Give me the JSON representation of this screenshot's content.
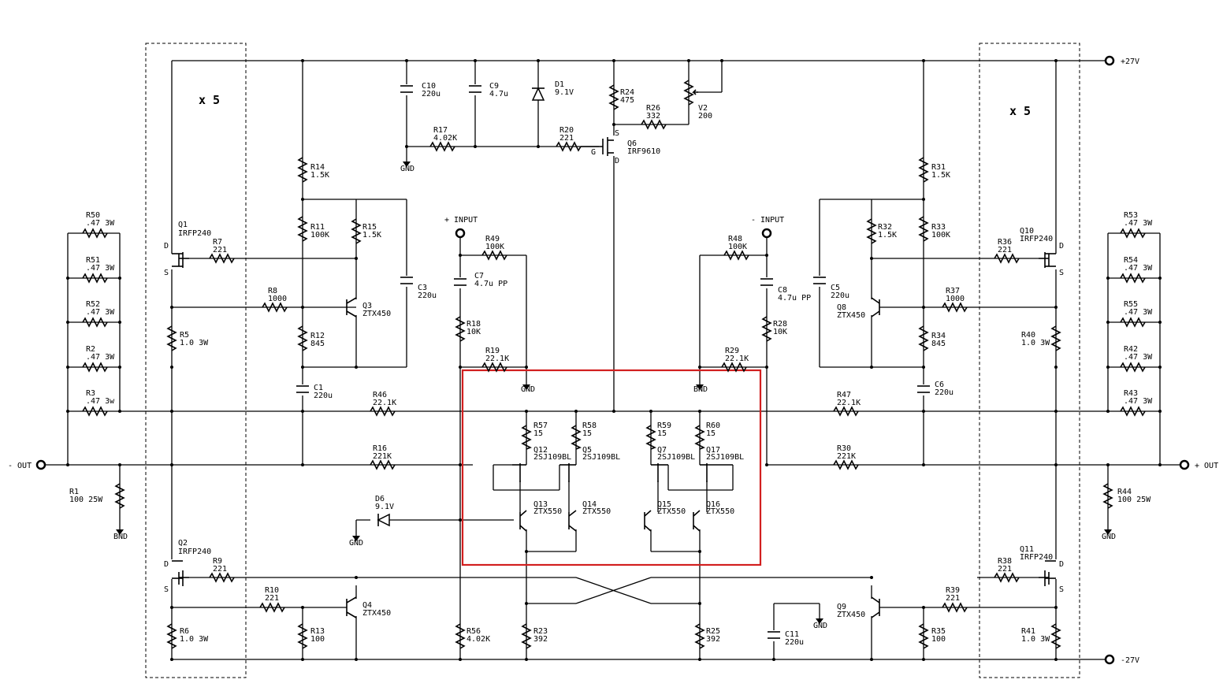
{
  "colors": {
    "wire": "#000000",
    "highlight": "#d21f1f",
    "background": "#ffffff"
  },
  "rails": {
    "pos": "+27V",
    "neg": "-27V"
  },
  "terminals": {
    "minus_out": "- OUT",
    "plus_out": "+ OUT",
    "plus_input": "+ INPUT",
    "minus_input": "- INPUT"
  },
  "multipliers": {
    "left": "x 5",
    "right": "x 5"
  },
  "gnd_label": "GND",
  "gnd_label_alt": "BND",
  "pin_labels": {
    "d": "D",
    "s": "S",
    "g": "G"
  },
  "resistors": {
    "R50": {
      "name": "R50",
      "value": ".47 3W"
    },
    "R51": {
      "name": "R51",
      "value": ".47 3W"
    },
    "R52": {
      "name": "R52",
      "value": ".47 3W"
    },
    "R2": {
      "name": "R2",
      "value": ".47 3W"
    },
    "R3": {
      "name": "R3",
      "value": ".47 3w"
    },
    "R1": {
      "name": "R1",
      "value": "100 25W"
    },
    "R5": {
      "name": "R5",
      "value": "1.0 3W"
    },
    "R6": {
      "name": "R6",
      "value": "1.0 3W"
    },
    "R7": {
      "name": "R7",
      "value": "221"
    },
    "R8": {
      "name": "R8",
      "value": "1000"
    },
    "R9": {
      "name": "R9",
      "value": "221"
    },
    "R10": {
      "name": "R10",
      "value": "221"
    },
    "R11": {
      "name": "R11",
      "value": "100K"
    },
    "R12": {
      "name": "R12",
      "value": "845"
    },
    "R13": {
      "name": "R13",
      "value": "100"
    },
    "R14": {
      "name": "R14",
      "value": "1.5K"
    },
    "R15": {
      "name": "R15",
      "value": "1.5K"
    },
    "R16": {
      "name": "R16",
      "value": "221K"
    },
    "R17": {
      "name": "R17",
      "value": "4.02K"
    },
    "R18": {
      "name": "R18",
      "value": "10K"
    },
    "R19": {
      "name": "R19",
      "value": "22.1K"
    },
    "R20": {
      "name": "R20",
      "value": "221"
    },
    "R23": {
      "name": "R23",
      "value": "392"
    },
    "R24": {
      "name": "R24",
      "value": "475"
    },
    "R25": {
      "name": "R25",
      "value": "392"
    },
    "R26": {
      "name": "R26",
      "value": "332"
    },
    "R28": {
      "name": "R28",
      "value": "10K"
    },
    "R29": {
      "name": "R29",
      "value": "22.1K"
    },
    "R30": {
      "name": "R30",
      "value": "221K"
    },
    "R31": {
      "name": "R31",
      "value": "1.5K"
    },
    "R32": {
      "name": "R32",
      "value": "1.5K"
    },
    "R33": {
      "name": "R33",
      "value": "100K"
    },
    "R34": {
      "name": "R34",
      "value": "845"
    },
    "R35": {
      "name": "R35",
      "value": "100"
    },
    "R36": {
      "name": "R36",
      "value": "221"
    },
    "R37": {
      "name": "R37",
      "value": "1000"
    },
    "R38": {
      "name": "R38",
      "value": "221"
    },
    "R39": {
      "name": "R39",
      "value": "221"
    },
    "R40": {
      "name": "R40",
      "value": "1.0 3W"
    },
    "R41": {
      "name": "R41",
      "value": "1.0 3W"
    },
    "R42": {
      "name": "R42",
      "value": ".47 3W"
    },
    "R43": {
      "name": "R43",
      "value": ".47 3W"
    },
    "R44": {
      "name": "R44",
      "value": "100 25W"
    },
    "R46": {
      "name": "R46",
      "value": "22.1K"
    },
    "R47": {
      "name": "R47",
      "value": "22.1K"
    },
    "R48": {
      "name": "R48",
      "value": "100K"
    },
    "R49": {
      "name": "R49",
      "value": "100K"
    },
    "R53": {
      "name": "R53",
      "value": ".47 3W"
    },
    "R54": {
      "name": "R54",
      "value": ".47 3W"
    },
    "R55": {
      "name": "R55",
      "value": ".47 3W"
    },
    "R56": {
      "name": "R56",
      "value": "4.02K"
    },
    "R57": {
      "name": "R57",
      "value": "15"
    },
    "R58": {
      "name": "R58",
      "value": "15"
    },
    "R59": {
      "name": "R59",
      "value": "15"
    },
    "R60": {
      "name": "R60",
      "value": "15"
    },
    "V2": {
      "name": "V2",
      "value": "200"
    }
  },
  "capacitors": {
    "C1": {
      "name": "C1",
      "value": "220u"
    },
    "C3": {
      "name": "C3",
      "value": "220u"
    },
    "C5": {
      "name": "C5",
      "value": "220u"
    },
    "C6": {
      "name": "C6",
      "value": "220u"
    },
    "C7": {
      "name": "C7",
      "value": "4.7u PP"
    },
    "C8": {
      "name": "C8",
      "value": "4.7u PP"
    },
    "C9": {
      "name": "C9",
      "value": "4.7u"
    },
    "C10": {
      "name": "C10",
      "value": "220u"
    },
    "C11": {
      "name": "C11",
      "value": "220u"
    }
  },
  "diodes": {
    "D1": {
      "name": "D1",
      "value": "9.1V"
    },
    "D6": {
      "name": "D6",
      "value": "9.1V"
    }
  },
  "transistors": {
    "Q1": {
      "name": "Q1",
      "value": "IRFP240"
    },
    "Q2": {
      "name": "Q2",
      "value": "IRFP240"
    },
    "Q10": {
      "name": "Q10",
      "value": "IRFP240"
    },
    "Q11": {
      "name": "Q11",
      "value": "IRFP240"
    },
    "Q3": {
      "name": "Q3",
      "value": "ZTX450"
    },
    "Q4": {
      "name": "Q4",
      "value": "ZTX450"
    },
    "Q8": {
      "name": "Q8",
      "value": "ZTX450"
    },
    "Q9": {
      "name": "Q9",
      "value": "ZTX450"
    },
    "Q6": {
      "name": "Q6",
      "value": "IRF9610"
    },
    "Q12": {
      "name": "Q12",
      "value": "2SJ109BL"
    },
    "Q5": {
      "name": "Q5",
      "value": "2SJ109BL"
    },
    "Q7": {
      "name": "Q7",
      "value": "2SJ109BL"
    },
    "Q17": {
      "name": "Q17",
      "value": "2SJ109BL"
    },
    "Q13": {
      "name": "Q13",
      "value": "ZTX550"
    },
    "Q14": {
      "name": "Q14",
      "value": "ZTX550"
    },
    "Q15": {
      "name": "Q15",
      "value": "ZTX550"
    },
    "Q16": {
      "name": "Q16",
      "value": "ZTX550"
    }
  }
}
